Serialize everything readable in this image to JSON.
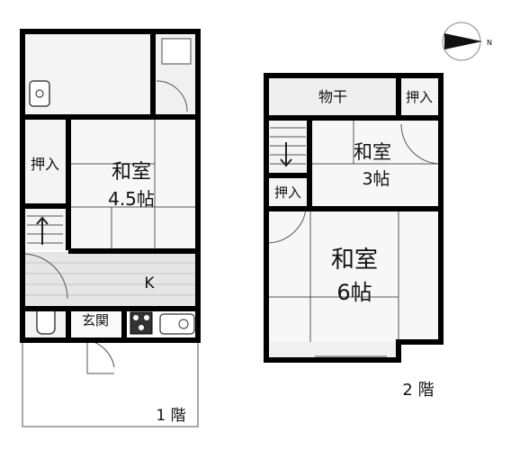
{
  "floor1": {
    "caption": "1 階",
    "room_washitsu": "和室",
    "room_washitsu_size": "4.5帖",
    "oshiire": "押入",
    "kitchen": "K",
    "genkan": "玄関"
  },
  "floor2": {
    "caption": "2 階",
    "monohoshi": "物干",
    "oshiire_top": "押入",
    "oshiire_side": "押入",
    "room_small": "和室",
    "room_small_size": "3帖",
    "room_large": "和室",
    "room_large_size": "6帖"
  },
  "compass": {
    "letter": "N"
  }
}
